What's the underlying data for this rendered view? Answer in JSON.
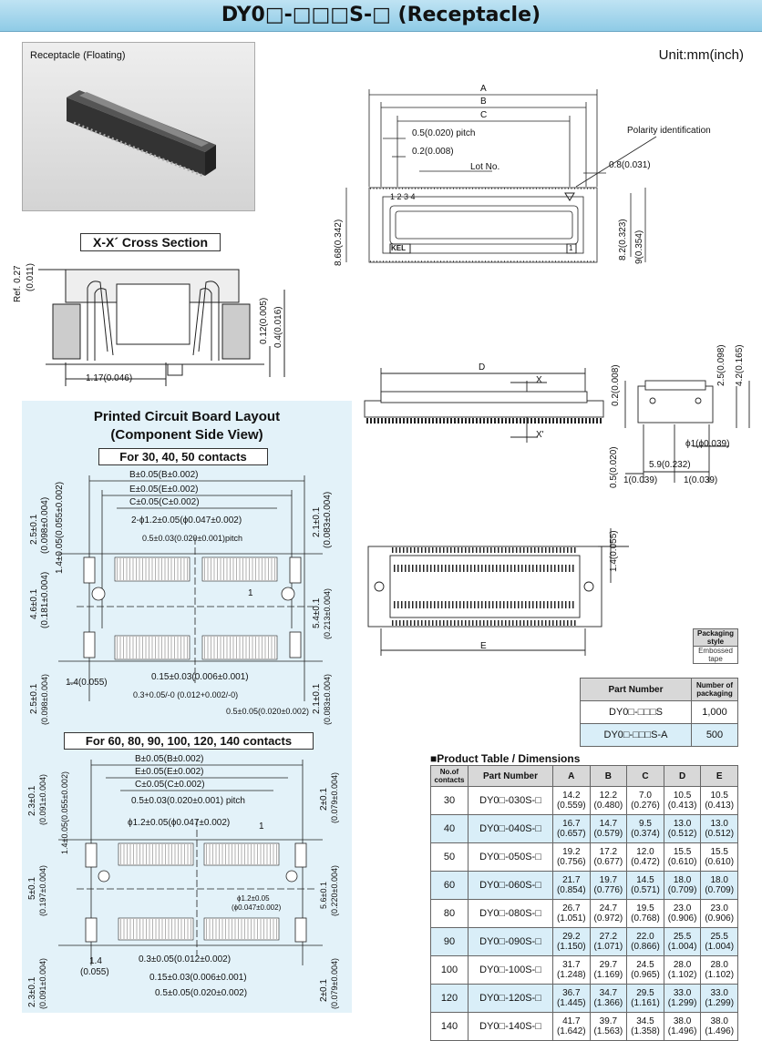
{
  "header": {
    "title": "DY0□-□□□S-□ (Receptacle)"
  },
  "unit": "Unit:mm(inch)",
  "photo": {
    "caption": "Receptacle (Floating)"
  },
  "top_view": {
    "dim_a": "A",
    "dim_b": "B",
    "dim_c": "C",
    "pitch": "0.5(0.020) pitch",
    "gap": "0.2(0.008)",
    "lot": "Lot No.",
    "polarity": "Polarity identification",
    "offset": "0.8(0.031)",
    "h868": "8.68(0.342)",
    "h82": "8.2(0.323)",
    "h9": "9(0.354)",
    "marks": "1 2 3 4",
    "logo": "KEL",
    "pin1": "1"
  },
  "cross_section": {
    "title": "X-X´ Cross Section",
    "ref": "Ref. 0.27",
    "ref_inch": "(0.011)",
    "d012": "0.12(0.005)",
    "d04": "0.4(0.016)",
    "d117": "1.17(0.046)"
  },
  "side_view": {
    "dim_d": "D",
    "x": "X",
    "xp": "X'",
    "d02": "0.2(0.008)",
    "d25": "2.5(0.098)",
    "d42": "4.2(0.165)",
    "phi1": "ϕ1(ϕ0.039)",
    "d59": "5.9(0.232)",
    "d05": "0.5(0.020)",
    "d1a": "1(0.039)",
    "d1b": "1(0.039)"
  },
  "bottom_view": {
    "d14": "1.4(0.055)",
    "dim_e": "E"
  },
  "pcb": {
    "title1": "Printed Circuit Board Layout",
    "title2": "(Component Side View)",
    "g1": {
      "title": "For 30, 40, 50 contacts",
      "b": "B±0.05(B±0.002)",
      "e": "E±0.05(E±0.002)",
      "c": "C±0.05(C±0.002)",
      "hole": "2-ϕ1.2±0.05(ϕ0.047±0.002)",
      "pitch": "0.5±0.03(0.020±0.001)pitch",
      "l25": "2.5±0.1",
      "l25i": "(0.098±0.004)",
      "l14": "1.4±0.05(0.055±0.002)",
      "r21": "2.1±0.1",
      "r21i": "(0.083±0.004)",
      "l46": "4.6±0.1",
      "l46i": "(0.181±0.004)",
      "r54": "5.4±0.1",
      "r54i": "(0.213±0.004)",
      "one": "1",
      "w14": "1.4(0.055)",
      "w015": "0.15±0.03(0.006±0.001)",
      "w03": "0.3+0.05/-0 (0.012+0.002/-0)",
      "w05": "0.5±0.05(0.020±0.002)",
      "lb25": "2.5±0.1",
      "lb25i": "(0.098±0.004)",
      "rb21": "2.1±0.1",
      "rb21i": "(0.083±0.004)"
    },
    "g2": {
      "title": "For 60, 80, 90, 100, 120, 140 contacts",
      "b": "B±0.05(B±0.002)",
      "e": "E±0.05(E±0.002)",
      "c": "C±0.05(C±0.002)",
      "pitch": "0.5±0.03(0.020±0.001) pitch",
      "hole": "ϕ1.2±0.05(ϕ0.047±0.002)",
      "hole2a": "ϕ1.2±0.05",
      "hole2b": "(ϕ0.047±0.002)",
      "one": "1",
      "l23": "2.3±0.1",
      "l23i": "(0.091±0.004)",
      "l14": "1.4±0.05(0.055±0.002)",
      "r2": "2±0.1",
      "r2i": "(0.079±0.004)",
      "l5": "5±0.1",
      "l5i": "(0.197±0.004)",
      "r56": "5.6±0.1",
      "r56i": "(0.220±0.004)",
      "w14a": "1.4",
      "w14b": "(0.055)",
      "w03": "0.3±0.05(0.012±0.002)",
      "w015": "0.15±0.03(0.006±0.001)",
      "w05": "0.5±0.05(0.020±0.002)",
      "lb23": "2.3±0.1",
      "lb23i": "(0.091±0.004)",
      "rb2": "2±0.1",
      "rb2i": "(0.079±0.004)"
    }
  },
  "packaging": {
    "style_head": "Packaging style",
    "style_value": "Embossed tape"
  },
  "part_table": {
    "head_part": "Part Number",
    "head_num": "Number of packaging",
    "rows": [
      {
        "part": "DY0□-□□□S",
        "num": "1,000"
      },
      {
        "part": "DY0□-□□□S-A",
        "num": "500"
      }
    ]
  },
  "product_table": {
    "title": "■Product Table / Dimensions",
    "headers": [
      "No.of contacts",
      "Part Number",
      "A",
      "B",
      "C",
      "D",
      "E"
    ],
    "rows": [
      [
        "30",
        "DY0□-030S-□",
        "14.2",
        "(0.559)",
        "12.2",
        "(0.480)",
        "7.0",
        "(0.276)",
        "10.5",
        "(0.413)",
        "10.5",
        "(0.413)"
      ],
      [
        "40",
        "DY0□-040S-□",
        "16.7",
        "(0.657)",
        "14.7",
        "(0.579)",
        "9.5",
        "(0.374)",
        "13.0",
        "(0.512)",
        "13.0",
        "(0.512)"
      ],
      [
        "50",
        "DY0□-050S-□",
        "19.2",
        "(0.756)",
        "17.2",
        "(0.677)",
        "12.0",
        "(0.472)",
        "15.5",
        "(0.610)",
        "15.5",
        "(0.610)"
      ],
      [
        "60",
        "DY0□-060S-□",
        "21.7",
        "(0.854)",
        "19.7",
        "(0.776)",
        "14.5",
        "(0.571)",
        "18.0",
        "(0.709)",
        "18.0",
        "(0.709)"
      ],
      [
        "80",
        "DY0□-080S-□",
        "26.7",
        "(1.051)",
        "24.7",
        "(0.972)",
        "19.5",
        "(0.768)",
        "23.0",
        "(0.906)",
        "23.0",
        "(0.906)"
      ],
      [
        "90",
        "DY0□-090S-□",
        "29.2",
        "(1.150)",
        "27.2",
        "(1.071)",
        "22.0",
        "(0.866)",
        "25.5",
        "(1.004)",
        "25.5",
        "(1.004)"
      ],
      [
        "100",
        "DY0□-100S-□",
        "31.7",
        "(1.248)",
        "29.7",
        "(1.169)",
        "24.5",
        "(0.965)",
        "28.0",
        "(1.102)",
        "28.0",
        "(1.102)"
      ],
      [
        "120",
        "DY0□-120S-□",
        "36.7",
        "(1.445)",
        "34.7",
        "(1.366)",
        "29.5",
        "(1.161)",
        "33.0",
        "(1.299)",
        "33.0",
        "(1.299)"
      ],
      [
        "140",
        "DY0□-140S-□",
        "41.7",
        "(1.642)",
        "39.7",
        "(1.563)",
        "34.5",
        "(1.358)",
        "38.0",
        "(1.496)",
        "38.0",
        "(1.496)"
      ]
    ]
  }
}
